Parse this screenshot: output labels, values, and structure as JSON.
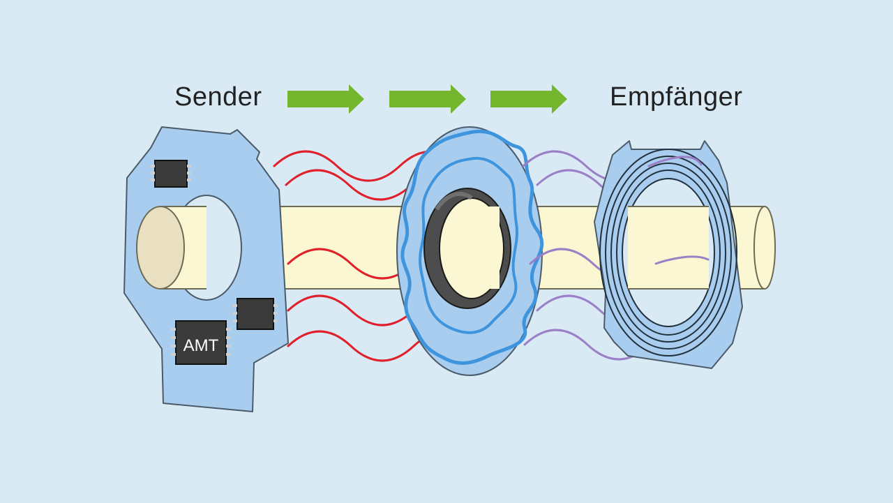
{
  "labels": {
    "sender": "Sender",
    "receiver": "Empfänger",
    "chip": "AMT"
  },
  "colors": {
    "background": "#d9eaf5",
    "board": "#a8cdee",
    "shaft": "#fbf7d2",
    "arrow": "#74b62d",
    "transmit_wave": "#e0202a",
    "receive_wave": "#9b7fc7",
    "ring": "#4d4d4d"
  },
  "icons": [
    "right-arrow-icon",
    "chip-icon",
    "rotor-disk-icon",
    "coil-board-icon",
    "shaft-icon"
  ]
}
